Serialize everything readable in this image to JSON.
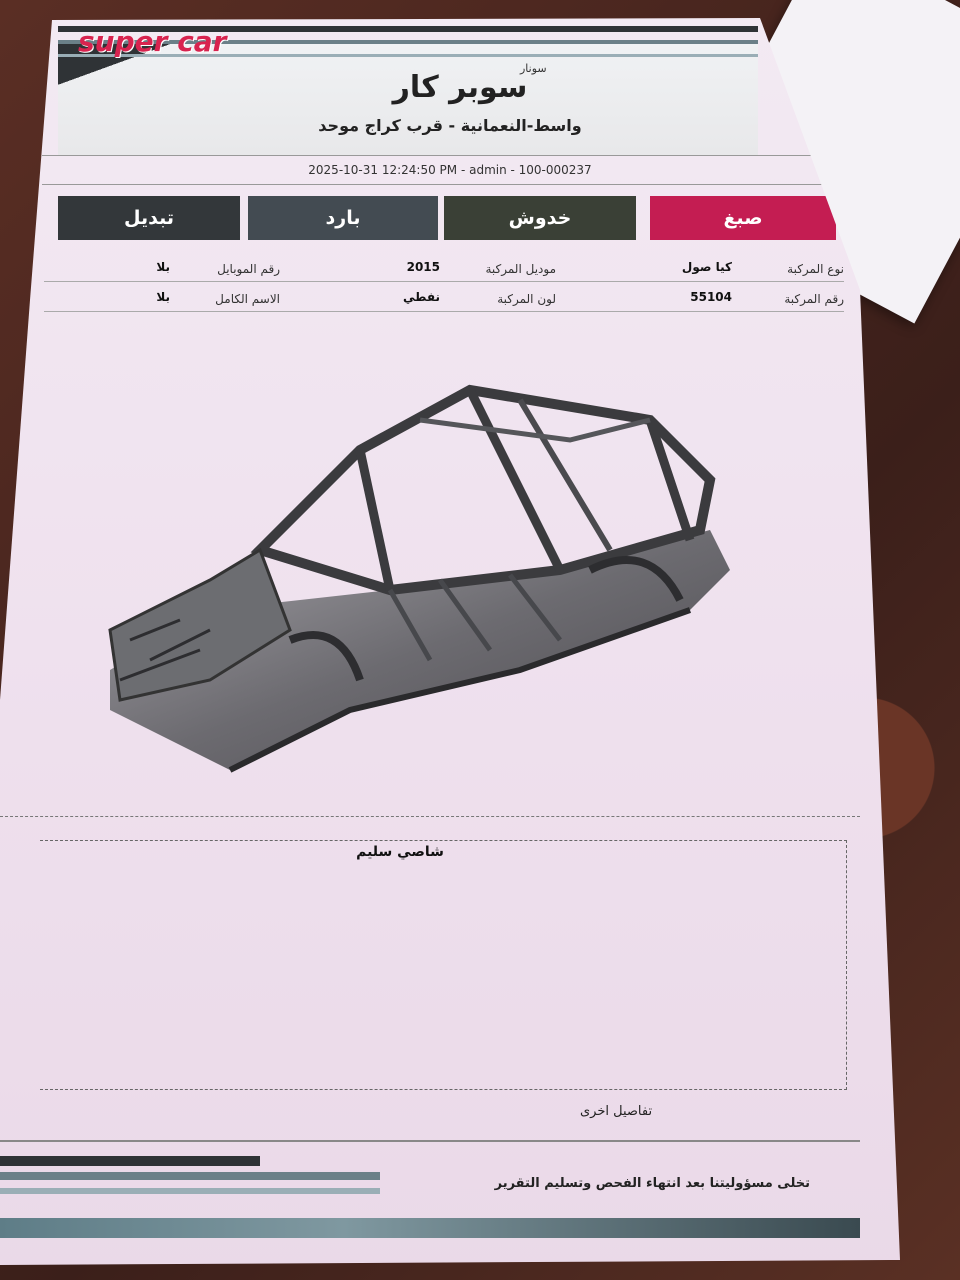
{
  "header": {
    "logo_text": "super car",
    "brand_small": "سونار",
    "brand_ar": "سوبر كار",
    "address": "واسط-النعمانية - قرب كراج موحد",
    "meta": "2025-10-31 12:24:50 PM - admin - 100-000237"
  },
  "tabs": [
    {
      "label": "صبغ",
      "color": "#c41d52"
    },
    {
      "label": "خدوش",
      "color": "#3a4036"
    },
    {
      "label": "بارد",
      "color": "#434b52"
    },
    {
      "label": "تبديل",
      "color": "#33373a"
    }
  ],
  "info": {
    "vehicle_type_label": "نوع المركبة",
    "vehicle_type_value": "كيا صول",
    "vehicle_model_label": "موديل المركبة",
    "vehicle_model_value": "2015",
    "mobile_label": "رقم الموبايل",
    "mobile_value": "بلا",
    "plate_label": "رقم المركبة",
    "plate_value": "55104",
    "color_label": "لون المركبة",
    "color_value": "نفطي",
    "fullname_label": "الاسم الكامل",
    "fullname_value": "بلا"
  },
  "notes": {
    "text": "شاصي سليم",
    "other_details_label": "تفاصيل اخرى"
  },
  "footer": {
    "disclaimer": "تخلى مسؤوليتنا بعد انتهاء الفحص وتسليم التقرير"
  }
}
